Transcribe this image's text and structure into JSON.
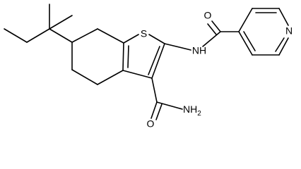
{
  "molecule": {
    "atoms": {
      "sulfur": "S",
      "amide_nh": "NH",
      "carbonyl_o_top": "O",
      "pyridine_n": "N",
      "carbonyl_o_bottom": "O",
      "amide_nh2": "NH",
      "amide_nh2_subscript": "2"
    }
  },
  "colors": {
    "bond": "#000000",
    "label": "#000000",
    "background": "#ffffff"
  }
}
